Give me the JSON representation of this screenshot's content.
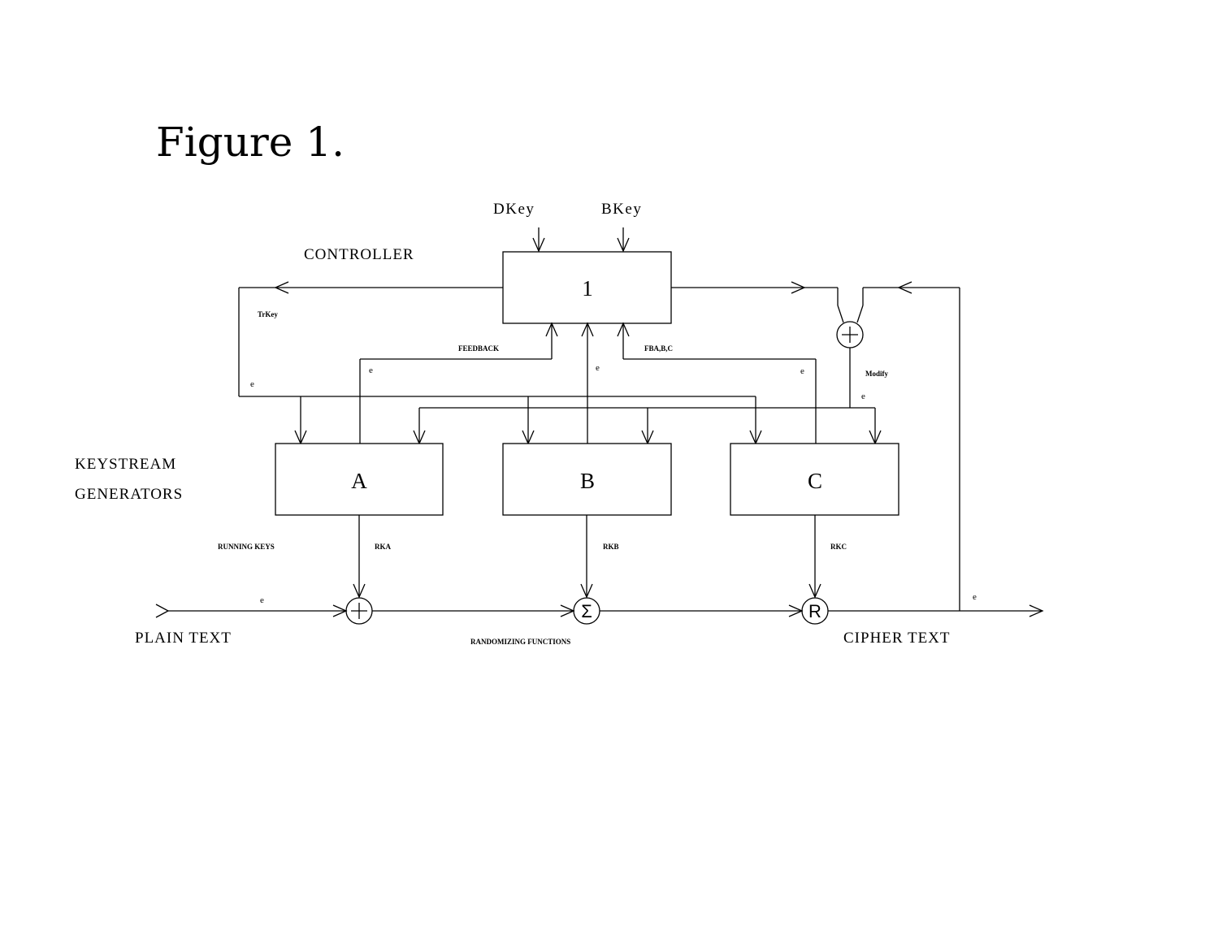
{
  "figure_title": "Figure 1.",
  "inputs": {
    "dkey": "DKey",
    "bkey": "BKey"
  },
  "labels": {
    "controller": "CONTROLLER",
    "keystream_line1": "KEYSTREAM",
    "keystream_line2": "GENERATORS",
    "plain_text": "PLAIN  TEXT",
    "cipher_text": "CIPHER  TEXT",
    "randomizing_functions": "RANDOMIZING FUNCTIONS",
    "running_keys": "RUNNING KEYS",
    "trkey": "TrKey",
    "feedback": "FEEDBACK",
    "fba_bc": "FBA,B,C",
    "modify": "Modify",
    "rka": "RKA",
    "rkb": "RKB",
    "rkc": "RKC",
    "e": "e"
  },
  "blocks": {
    "controller": "1",
    "gen_a": "A",
    "gen_b": "B",
    "gen_c": "C"
  },
  "operators": {
    "plus_symbol": "+",
    "sigma_symbol": "Σ",
    "r_symbol": "R"
  }
}
